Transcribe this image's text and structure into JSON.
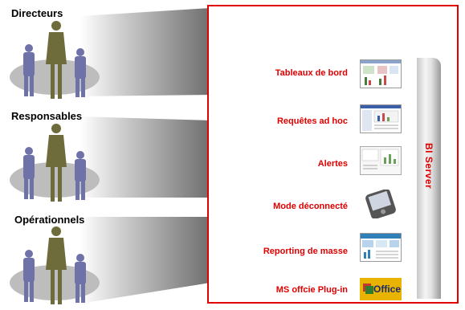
{
  "groups": [
    {
      "label": "Directeurs"
    },
    {
      "label": "Responsables"
    },
    {
      "label": "Opérationnels"
    }
  ],
  "bi_server": {
    "label": "BI Server"
  },
  "features": [
    {
      "label": "Tableaux de bord",
      "icon": "dashboard-thumbnail-icon"
    },
    {
      "label": "Requêtes ad hoc",
      "icon": "adhoc-query-thumbnail-icon"
    },
    {
      "label": "Alertes",
      "icon": "alerts-thumbnail-icon"
    },
    {
      "label": "Mode déconnecté",
      "icon": "pda-device-icon"
    },
    {
      "label": "Reporting de masse",
      "icon": "mass-reporting-thumbnail-icon"
    },
    {
      "label": "MS offcie Plug-in",
      "icon": "office-logo-icon"
    }
  ],
  "office_logo_text": "Office",
  "colors": {
    "accent": "#e00000",
    "people_purple": "#6f72a8",
    "people_olive": "#6e6c3a",
    "ellipse": "#bdbdbd"
  }
}
